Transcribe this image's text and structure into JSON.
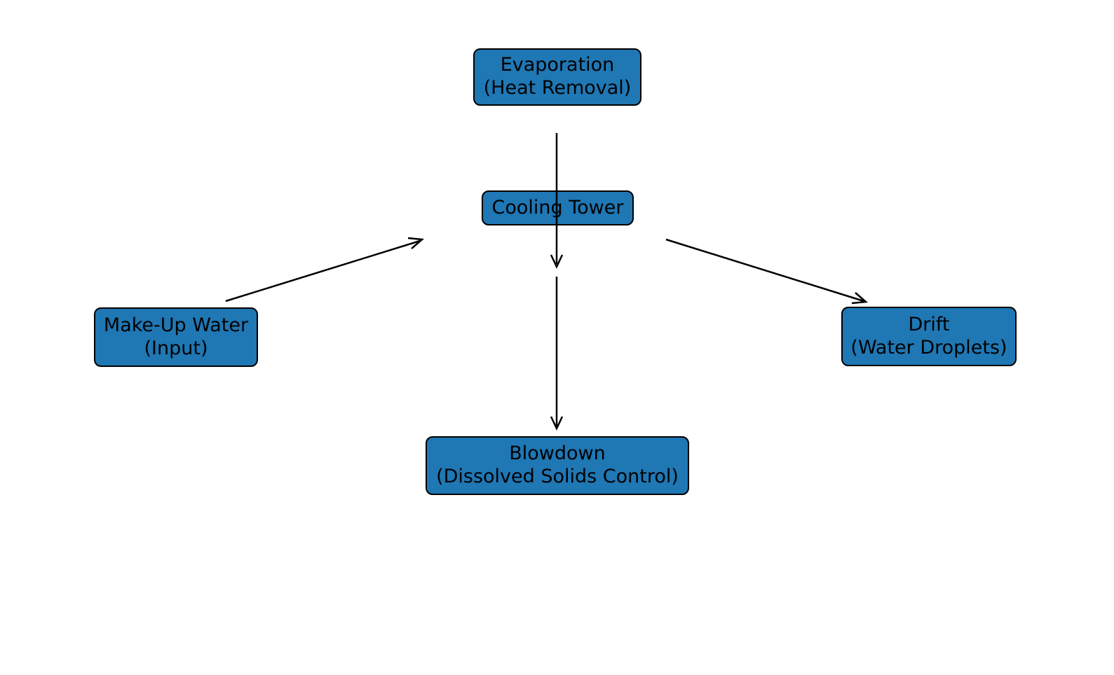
{
  "figure": {
    "type": "flow-diagram",
    "background": "#ffffff",
    "node_fill": "#1f77b4",
    "node_border_color": "#000000",
    "arrow_color": "#000000",
    "nodes": [
      {
        "id": "evaporation",
        "lines": [
          "Evaporation",
          "(Heat Removal)"
        ]
      },
      {
        "id": "cooling-tower",
        "lines": [
          "Cooling Tower"
        ]
      },
      {
        "id": "makeup-water",
        "lines": [
          "Make-Up Water",
          "(Input)"
        ]
      },
      {
        "id": "drift",
        "lines": [
          "Drift",
          "(Water Droplets)"
        ]
      },
      {
        "id": "blowdown",
        "lines": [
          "Blowdown",
          "(Dissolved Solids Control)"
        ]
      }
    ],
    "edges": [
      {
        "from": "evaporation",
        "to": "cooling-tower",
        "direction": "down"
      },
      {
        "from": "cooling-tower",
        "to": "blowdown",
        "direction": "down"
      },
      {
        "from": "makeup-water",
        "to": "cooling-tower",
        "direction": "up-right"
      },
      {
        "from": "cooling-tower",
        "to": "drift",
        "direction": "down-right"
      }
    ]
  }
}
